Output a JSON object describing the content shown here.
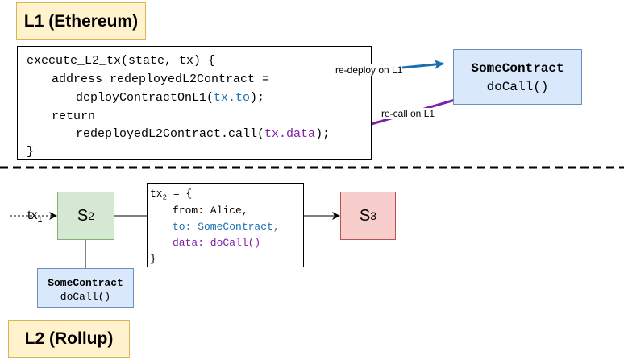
{
  "l1": {
    "label": "L1 (Ethereum)",
    "code": {
      "line1": "execute_L2_tx(state, tx) {",
      "line2": "address redeployedL2Contract =",
      "line3_pre": "deployContractOnL1(",
      "line3_arg": "tx.to",
      "line3_post": ");",
      "line4": "return",
      "line5_pre": "redeployedL2Contract.call(",
      "line5_arg": "tx.data",
      "line5_post": ");",
      "line6": "}"
    },
    "contract": {
      "name": "SomeContract",
      "call": "doCall()"
    },
    "arrows": {
      "redeploy": "re-deploy on L1",
      "recall": "re-call on L1"
    }
  },
  "l2": {
    "label": "L2 (Rollup)",
    "tx_in": {
      "base": "tx",
      "sub": "1"
    },
    "s2": {
      "base": "S",
      "sub": "2"
    },
    "s3": {
      "base": "S",
      "sub": "3"
    },
    "tx2": {
      "head_base": "tx",
      "head_sub": "2",
      "head_rest": " = {",
      "from": "from: Alice,",
      "to": "to: SomeContract,",
      "data": "data: doCall()",
      "close": "}"
    },
    "contract": {
      "name": "SomeContract",
      "call": "doCall()"
    }
  },
  "colors": {
    "blue_arrow": "#1a6fb0",
    "purple_arrow": "#7f1fa8",
    "l1_l2_divider": "#000000"
  }
}
